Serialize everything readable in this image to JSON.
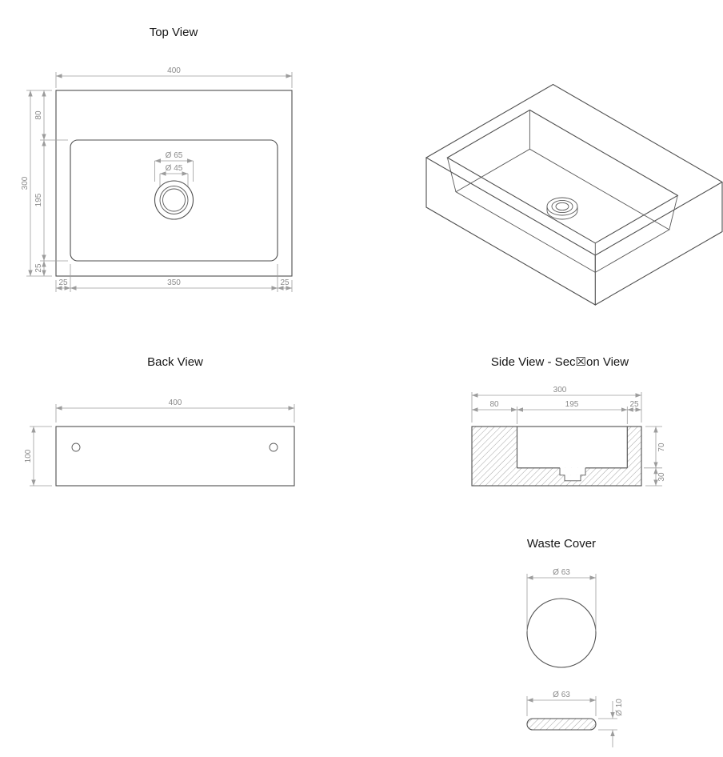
{
  "page": {
    "background_color": "#ffffff",
    "object_line_color": "#4f4f4f",
    "dimension_line_color": "#9c9c9c",
    "dimension_text_color": "#8a8a8a",
    "title_text_color": "#161616"
  },
  "views": {
    "top": {
      "title": "Top View",
      "dims": {
        "overall_width": "400",
        "overall_depth": "300",
        "back_ledge": "80",
        "basin_length": "195",
        "front_rim": "25",
        "rim_left": "25",
        "basin_width": "350",
        "rim_right": "25",
        "drain_outer": "Ø 65",
        "drain_inner": "Ø 45"
      }
    },
    "back": {
      "title": "Back View",
      "dims": {
        "width": "400",
        "height": "100"
      }
    },
    "section": {
      "title": "Side View - Sec☒on View",
      "dims": {
        "overall": "300",
        "back_ledge": "80",
        "basin": "195",
        "front": "25",
        "basin_depth": "70",
        "base_thickness": "30"
      }
    },
    "waste": {
      "title": "Waste Cover",
      "dims": {
        "face_diameter": "Ø 63",
        "side_diameter": "Ø 63",
        "thickness": "Ø 10"
      }
    }
  }
}
